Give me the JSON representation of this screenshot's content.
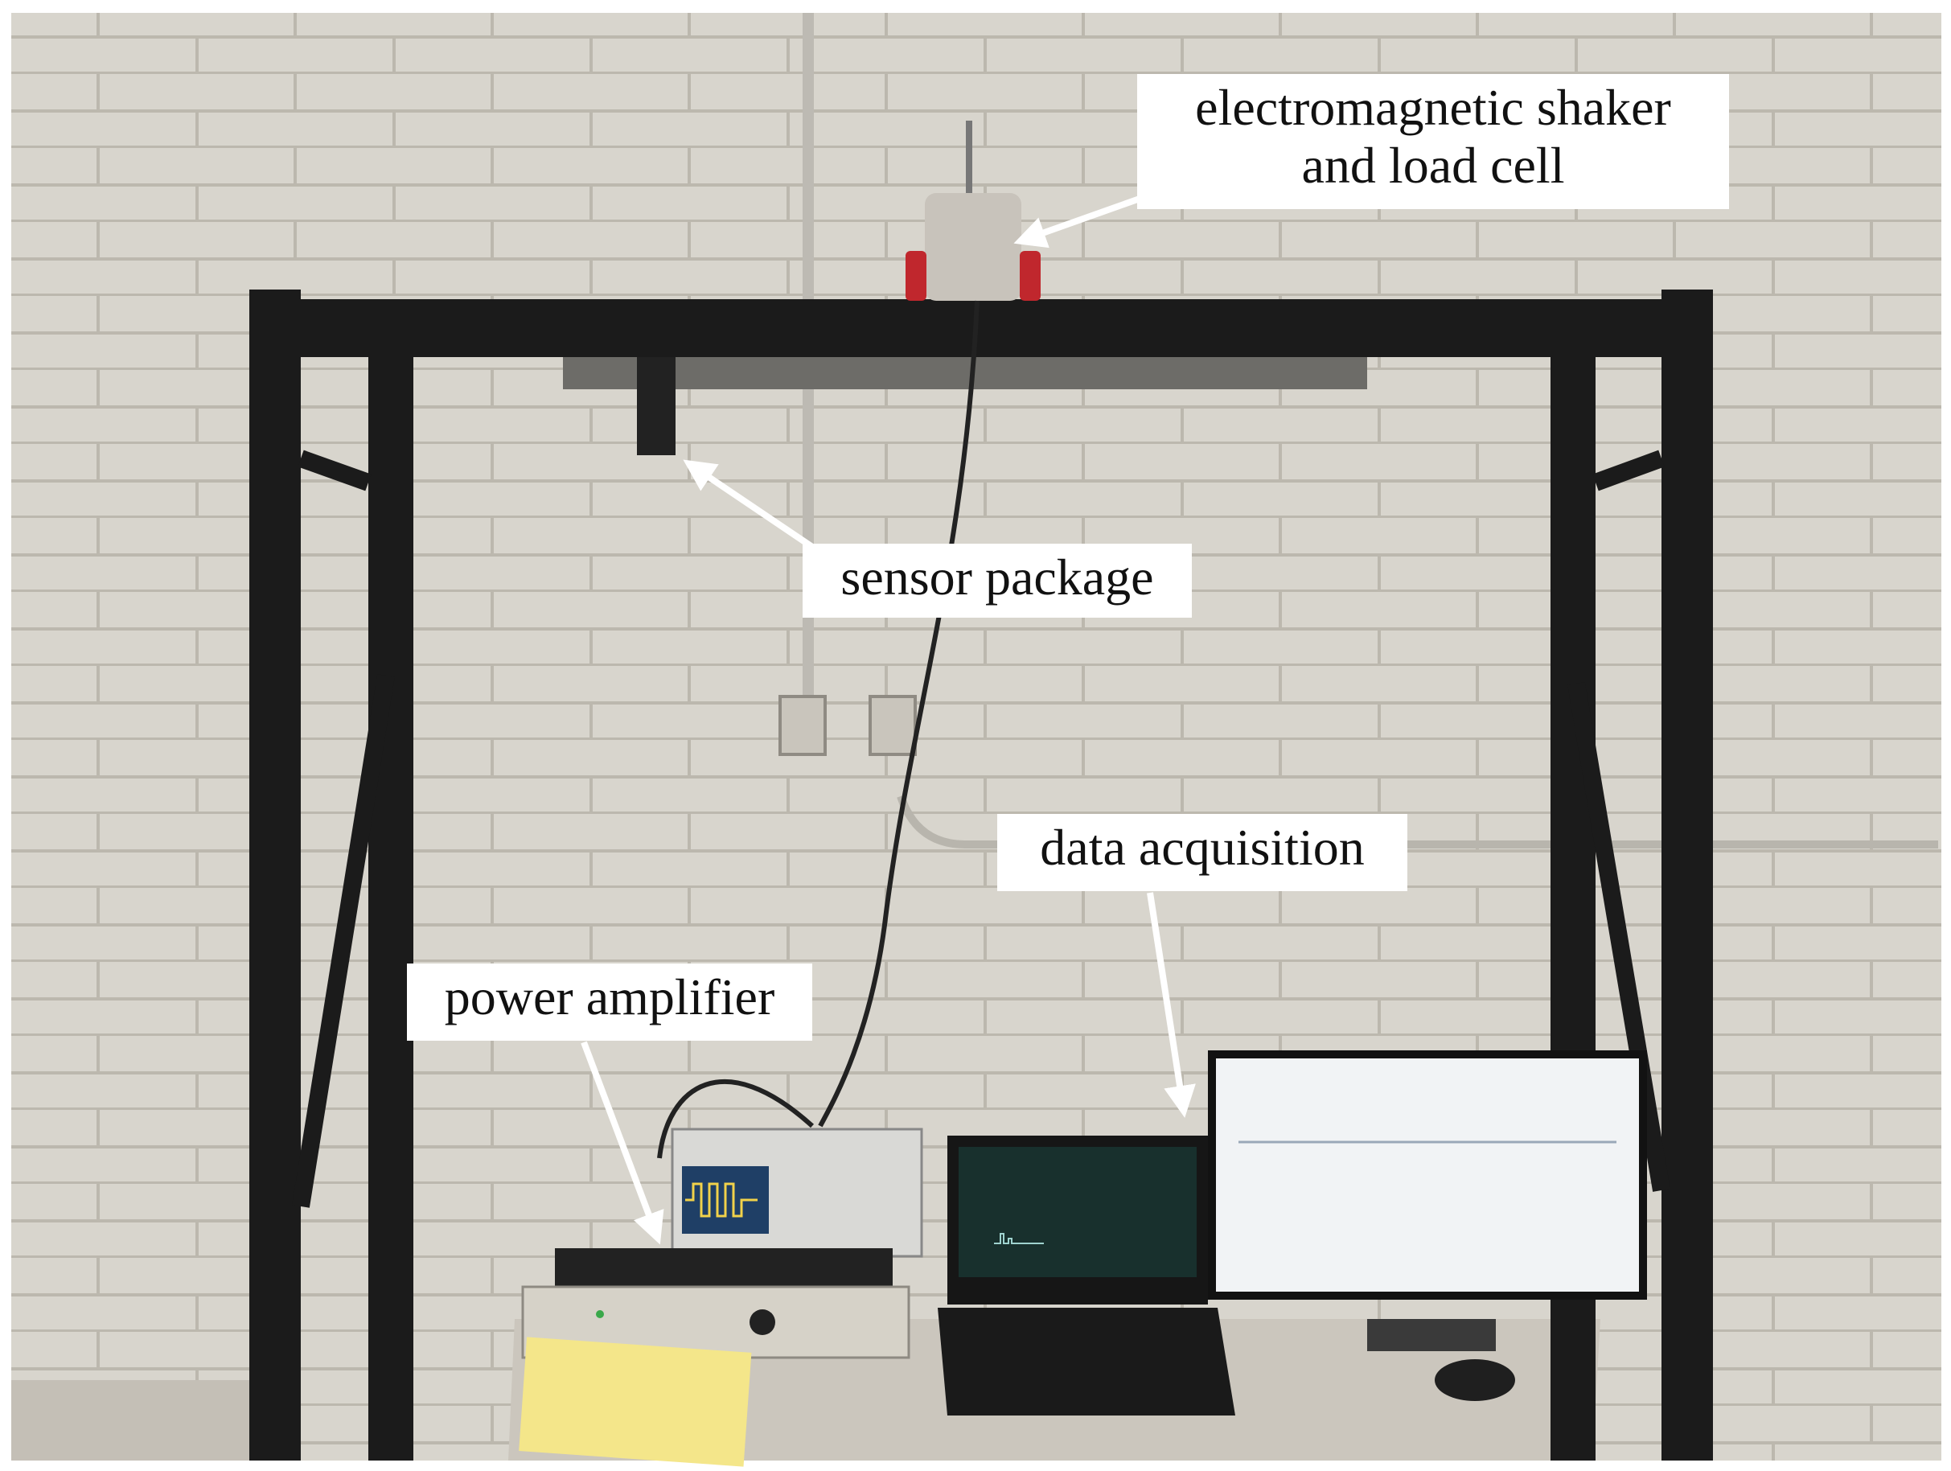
{
  "labels": {
    "shaker_line1": "electromagnetic shaker",
    "shaker_line2": "and load cell",
    "sensor": "sensor package",
    "daq": "data acquisition",
    "amplifier": "power amplifier"
  },
  "colors": {
    "wall": "#d6d3cb",
    "frame": "#1b1b1b",
    "table": "#cdc8c0",
    "screen": "#f1f3f5",
    "scope_screen": "#1f3f66",
    "arrow": "#ffffff"
  }
}
